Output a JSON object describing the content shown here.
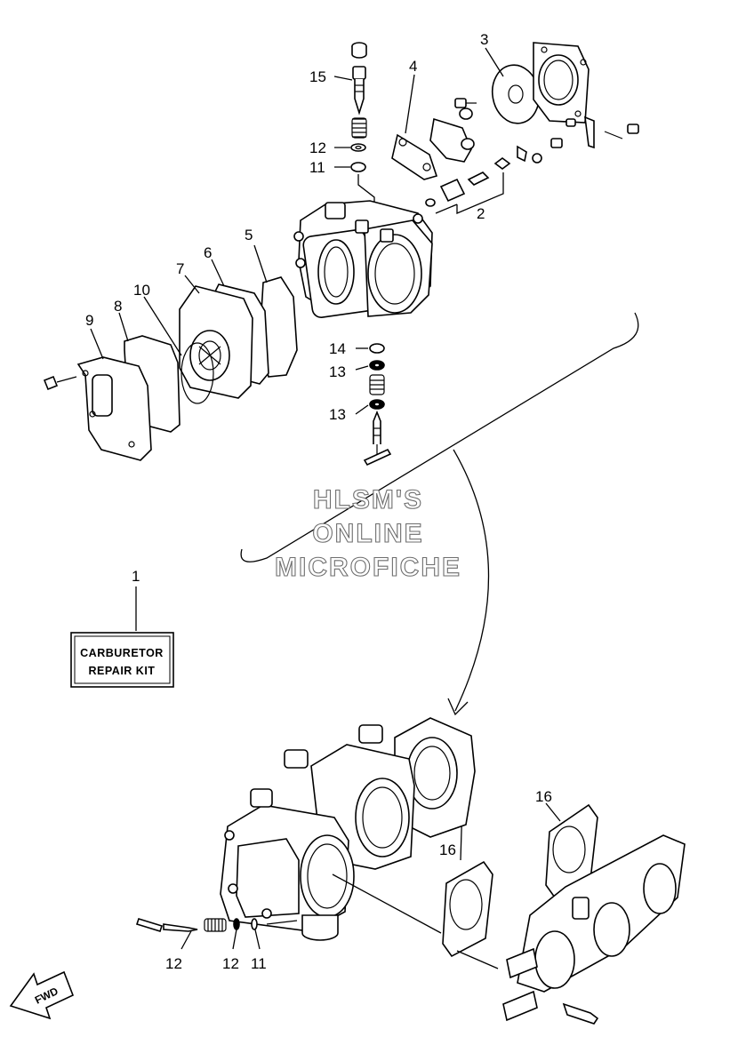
{
  "callouts": [
    {
      "id": "c1",
      "label": "1"
    },
    {
      "id": "c2",
      "label": "2"
    },
    {
      "id": "c3",
      "label": "3"
    },
    {
      "id": "c4",
      "label": "4"
    },
    {
      "id": "c5",
      "label": "5"
    },
    {
      "id": "c6",
      "label": "6"
    },
    {
      "id": "c7",
      "label": "7"
    },
    {
      "id": "c8",
      "label": "8"
    },
    {
      "id": "c9",
      "label": "9"
    },
    {
      "id": "c10",
      "label": "10"
    },
    {
      "id": "c11a",
      "label": "11"
    },
    {
      "id": "c11b",
      "label": "11"
    },
    {
      "id": "c12a",
      "label": "12"
    },
    {
      "id": "c12b",
      "label": "12"
    },
    {
      "id": "c12c",
      "label": "12"
    },
    {
      "id": "c13a",
      "label": "13"
    },
    {
      "id": "c13b",
      "label": "13"
    },
    {
      "id": "c14",
      "label": "14"
    },
    {
      "id": "c15",
      "label": "15"
    },
    {
      "id": "c16a",
      "label": "16"
    },
    {
      "id": "c16b",
      "label": "16"
    }
  ],
  "repair_kit": {
    "line1": "CARBURETOR",
    "line2": "REPAIR KIT"
  },
  "watermark": {
    "line1": "HLSM'S",
    "line2": "ONLINE",
    "line3": "MICROFICHE"
  },
  "fwd_arrow": {
    "label": "FWD",
    "icon": "fwd-arrow-icon"
  }
}
